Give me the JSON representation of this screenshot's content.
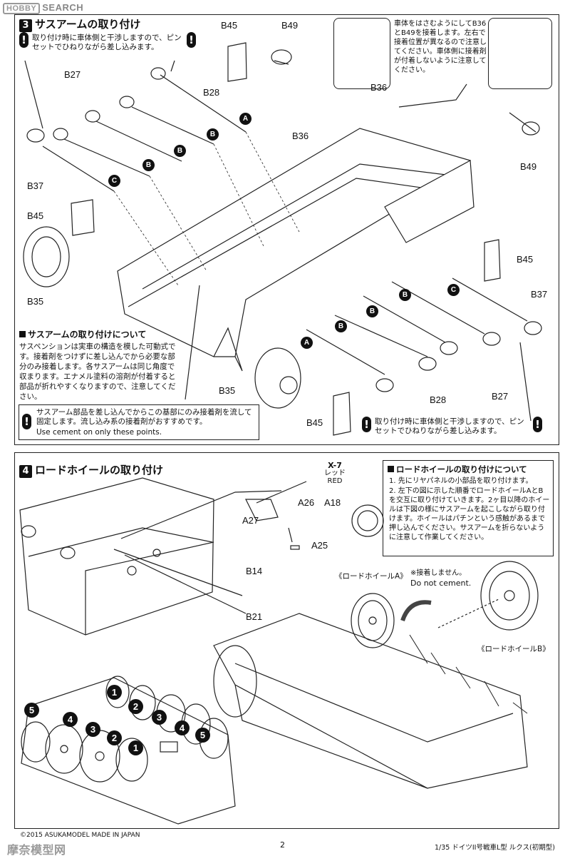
{
  "watermark_top": {
    "logo": "HOBBY",
    "text": "SEARCH"
  },
  "watermark_bottom": "摩奈模型网",
  "step3": {
    "number": "3",
    "title": "サスアームの取り付け",
    "warning_top": "取り付け時に車体側と干渉しますので、ピンセットでひねりながら差し込みます。",
    "warning_right": "取り付け時に車体側と干渉しますので、ピンセットでひねりながら差し込みます。",
    "callout": "車体をはさむようにしてB36とB49を接着します。左右で接着位置が異なるので注意してください。車体側に接着剤が付着しないように注意してください。",
    "info_title": "サスアームの取り付けについて",
    "info_text": "サスペンションは実車の構造を模した可動式です。接着剤をつけずに差し込んでから必要な部分のみ接着します。各サスアームは同じ角度で収まります。エナメル塗料の溶剤が付着すると部品が折れやすくなりますので、注意してください。",
    "cement_jp": "サスアーム部品を差し込んでからこの基部にのみ接着剤を流して固定します。流し込み系の接着剤がおすすめです。",
    "cement_en": "Use cement on only these points.",
    "labels": {
      "b45_top": "B45",
      "b49_top": "B49",
      "b27_left": "B27",
      "b28_left": "B28",
      "b37_left": "B37",
      "b45_left": "B45",
      "b35_left": "B35",
      "b36_right": "B36",
      "b49_right": "B49",
      "b36_mid": "B36",
      "b45_right": "B45",
      "b37_right": "B37",
      "b27_right": "B27",
      "b28_right": "B28",
      "b35_bottom": "B35",
      "b45_bottom": "B45"
    },
    "markers": [
      "A",
      "B",
      "B",
      "B",
      "C",
      "C",
      "B",
      "B",
      "B",
      "A"
    ]
  },
  "step4": {
    "number": "4",
    "title": "ロードホイールの取り付け",
    "info_title": "ロードホイールの取り付けについて",
    "info_items": [
      "1. 先にリヤパネルの小部品を取り付けます。",
      "2. 左下の図に示した順番でロードホイールAとBを交互に取り付けていきます。2ヶ目以降のホイールは下図の様にサスアームを起こしながら取り付けます。ホイールはパチンという感触があるまで押し込んでください。サスアームを折らないように注意して作業してください。"
    ],
    "paint_code": "X-7",
    "paint_name_jp": "レッド",
    "paint_name_en": "RED",
    "labels": {
      "a26": "A26",
      "a18": "A18",
      "a27": "A27",
      "a25": "A25",
      "b14": "B14",
      "b21": "B21"
    },
    "wheel_a": "《ロードホイールA》",
    "wheel_b": "《ロードホイールB》",
    "no_cement_jp": "※接着しません。",
    "no_cement_en": "Do not cement.",
    "order_top": [
      "1",
      "2",
      "3",
      "4",
      "5"
    ],
    "order_bottom": [
      "5",
      "4",
      "3",
      "2",
      "1"
    ]
  },
  "footer": {
    "copyright": "©2015 ASUKAMODEL  MADE IN JAPAN",
    "page": "2",
    "product": "1/35 ドイツII号戦車L型 ルクス(初期型)"
  }
}
